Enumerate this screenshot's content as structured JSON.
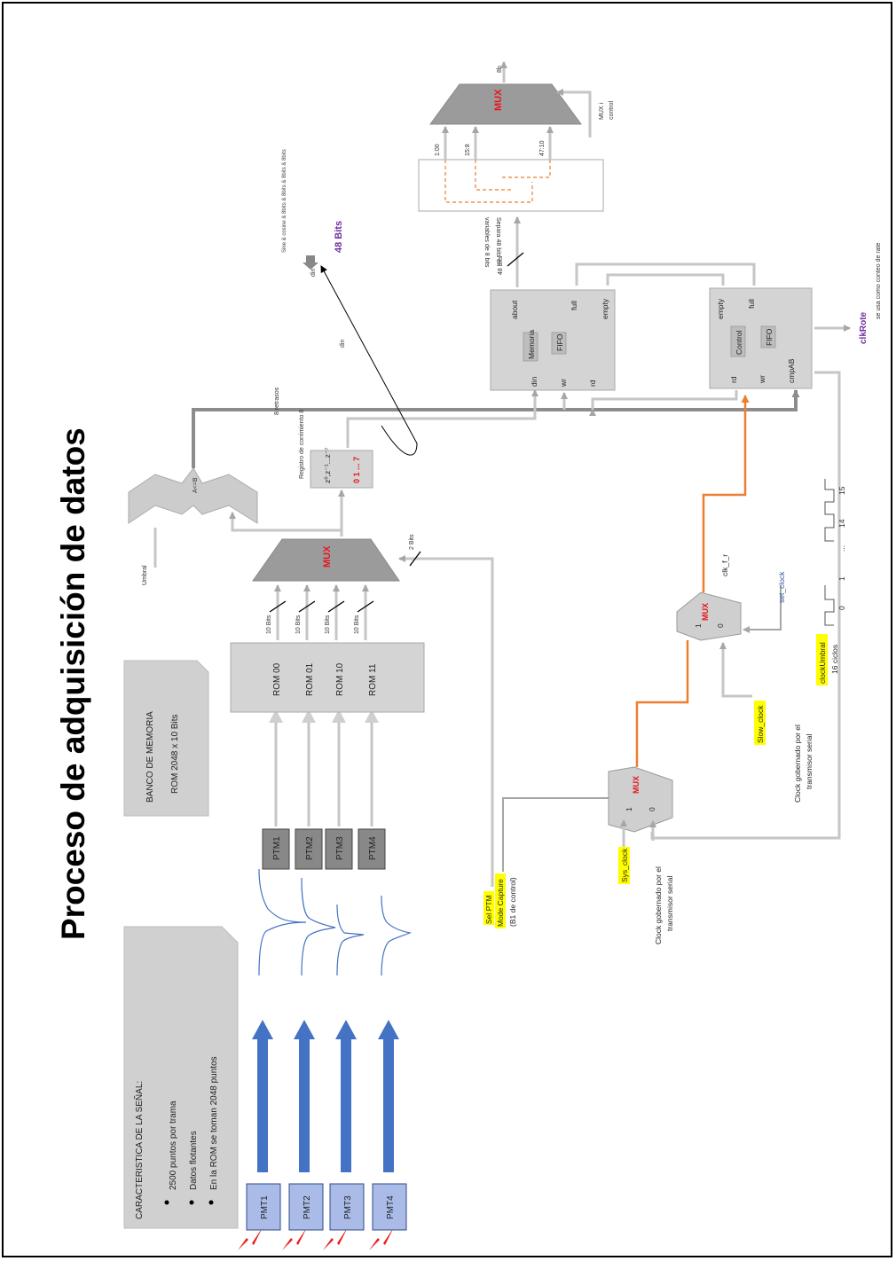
{
  "title": "Proceso de adquisición de datos",
  "signal_note": {
    "header": "CARACTERISTICA DE LA SEÑAL:",
    "bullets": [
      "2500 puntos por trama",
      "Datos flotantes",
      "En la ROM se toman 2048 puntos"
    ]
  },
  "memory_bank": {
    "line1": "BANCO DE MEMORIA",
    "line2": "ROM 2048 x 10 Bits"
  },
  "pmt_inputs": [
    "PMT1",
    "PMT2",
    "PMT3",
    "PMT4"
  ],
  "ptm_blocks": [
    "PTM1",
    "PTM2",
    "PTM3",
    "PTM4"
  ],
  "rom_labels": [
    "ROM 00",
    "ROM 01",
    "ROM 10",
    "ROM 11"
  ],
  "bus_width_label": "10 Bits",
  "select_bits_label": "2 Bits",
  "mux_label": "MUX",
  "comparator_label": "A<=B",
  "umbral_label": "Umbral",
  "register": {
    "caption": "Registro de corrimiento 8",
    "taps": "z⁰,z⁻¹...z⁻⁷",
    "index": "0 1 ... 7"
  },
  "retrasos_label": "8 retrasos",
  "din_label": "din",
  "sine_note": "Sine & cosine & 8bits & 8bits & 8bits & 8bits",
  "bits48_label": "48 Bits",
  "bits48_small": "48 Bits",
  "fifo_memory": {
    "ports": [
      "about",
      "full",
      "empty",
      "din",
      "wr",
      "rd"
    ],
    "inner1": "Memoria",
    "inner2": "FIFO"
  },
  "fifo_control": {
    "ports": [
      "empty",
      "full",
      "rd",
      "wr",
      "cmpAB"
    ],
    "inner1": "Control",
    "inner2": "FIFO"
  },
  "separa_note": {
    "line1": "Separa 48 bits en",
    "line2": "variables de 8 bits"
  },
  "slices": [
    "1:00",
    "15:8",
    "47:10"
  ],
  "mux_out": "8b",
  "mux_ctrl": {
    "line1": "MUX i",
    "line2": "control"
  },
  "clkrote": {
    "label": "clkRote",
    "note": "se usa como conteo de rate"
  },
  "sel_ptm": {
    "line1": "Sel PTM",
    "line2": "Mode Capture",
    "line3": "(B1 de control)"
  },
  "sys_clock": "Sys_clock",
  "slow_clock": "Slow_clock",
  "set_clock": "set_clock",
  "clk_f_r": "clk_f_r",
  "mux_inputs": {
    "one": "1",
    "zero": "0"
  },
  "clock_note_1": {
    "line1": "Clock gobernado por el",
    "line2": "transmisor serial"
  },
  "clock_note_2": {
    "line1": "Clock gobernado por el",
    "line2": "transmisor serial"
  },
  "clock_umbral": {
    "label": "clockUmbral",
    "cycles": "16 ciclos",
    "ticks": [
      "0",
      "1",
      "...",
      "14",
      "15"
    ]
  },
  "colors": {
    "accent_red": "#e8171c",
    "accent_purple": "#7030a0",
    "highlight": "#ffff00",
    "orange_clock": "#ed7d31",
    "pmt_blue": "#4472c4"
  }
}
